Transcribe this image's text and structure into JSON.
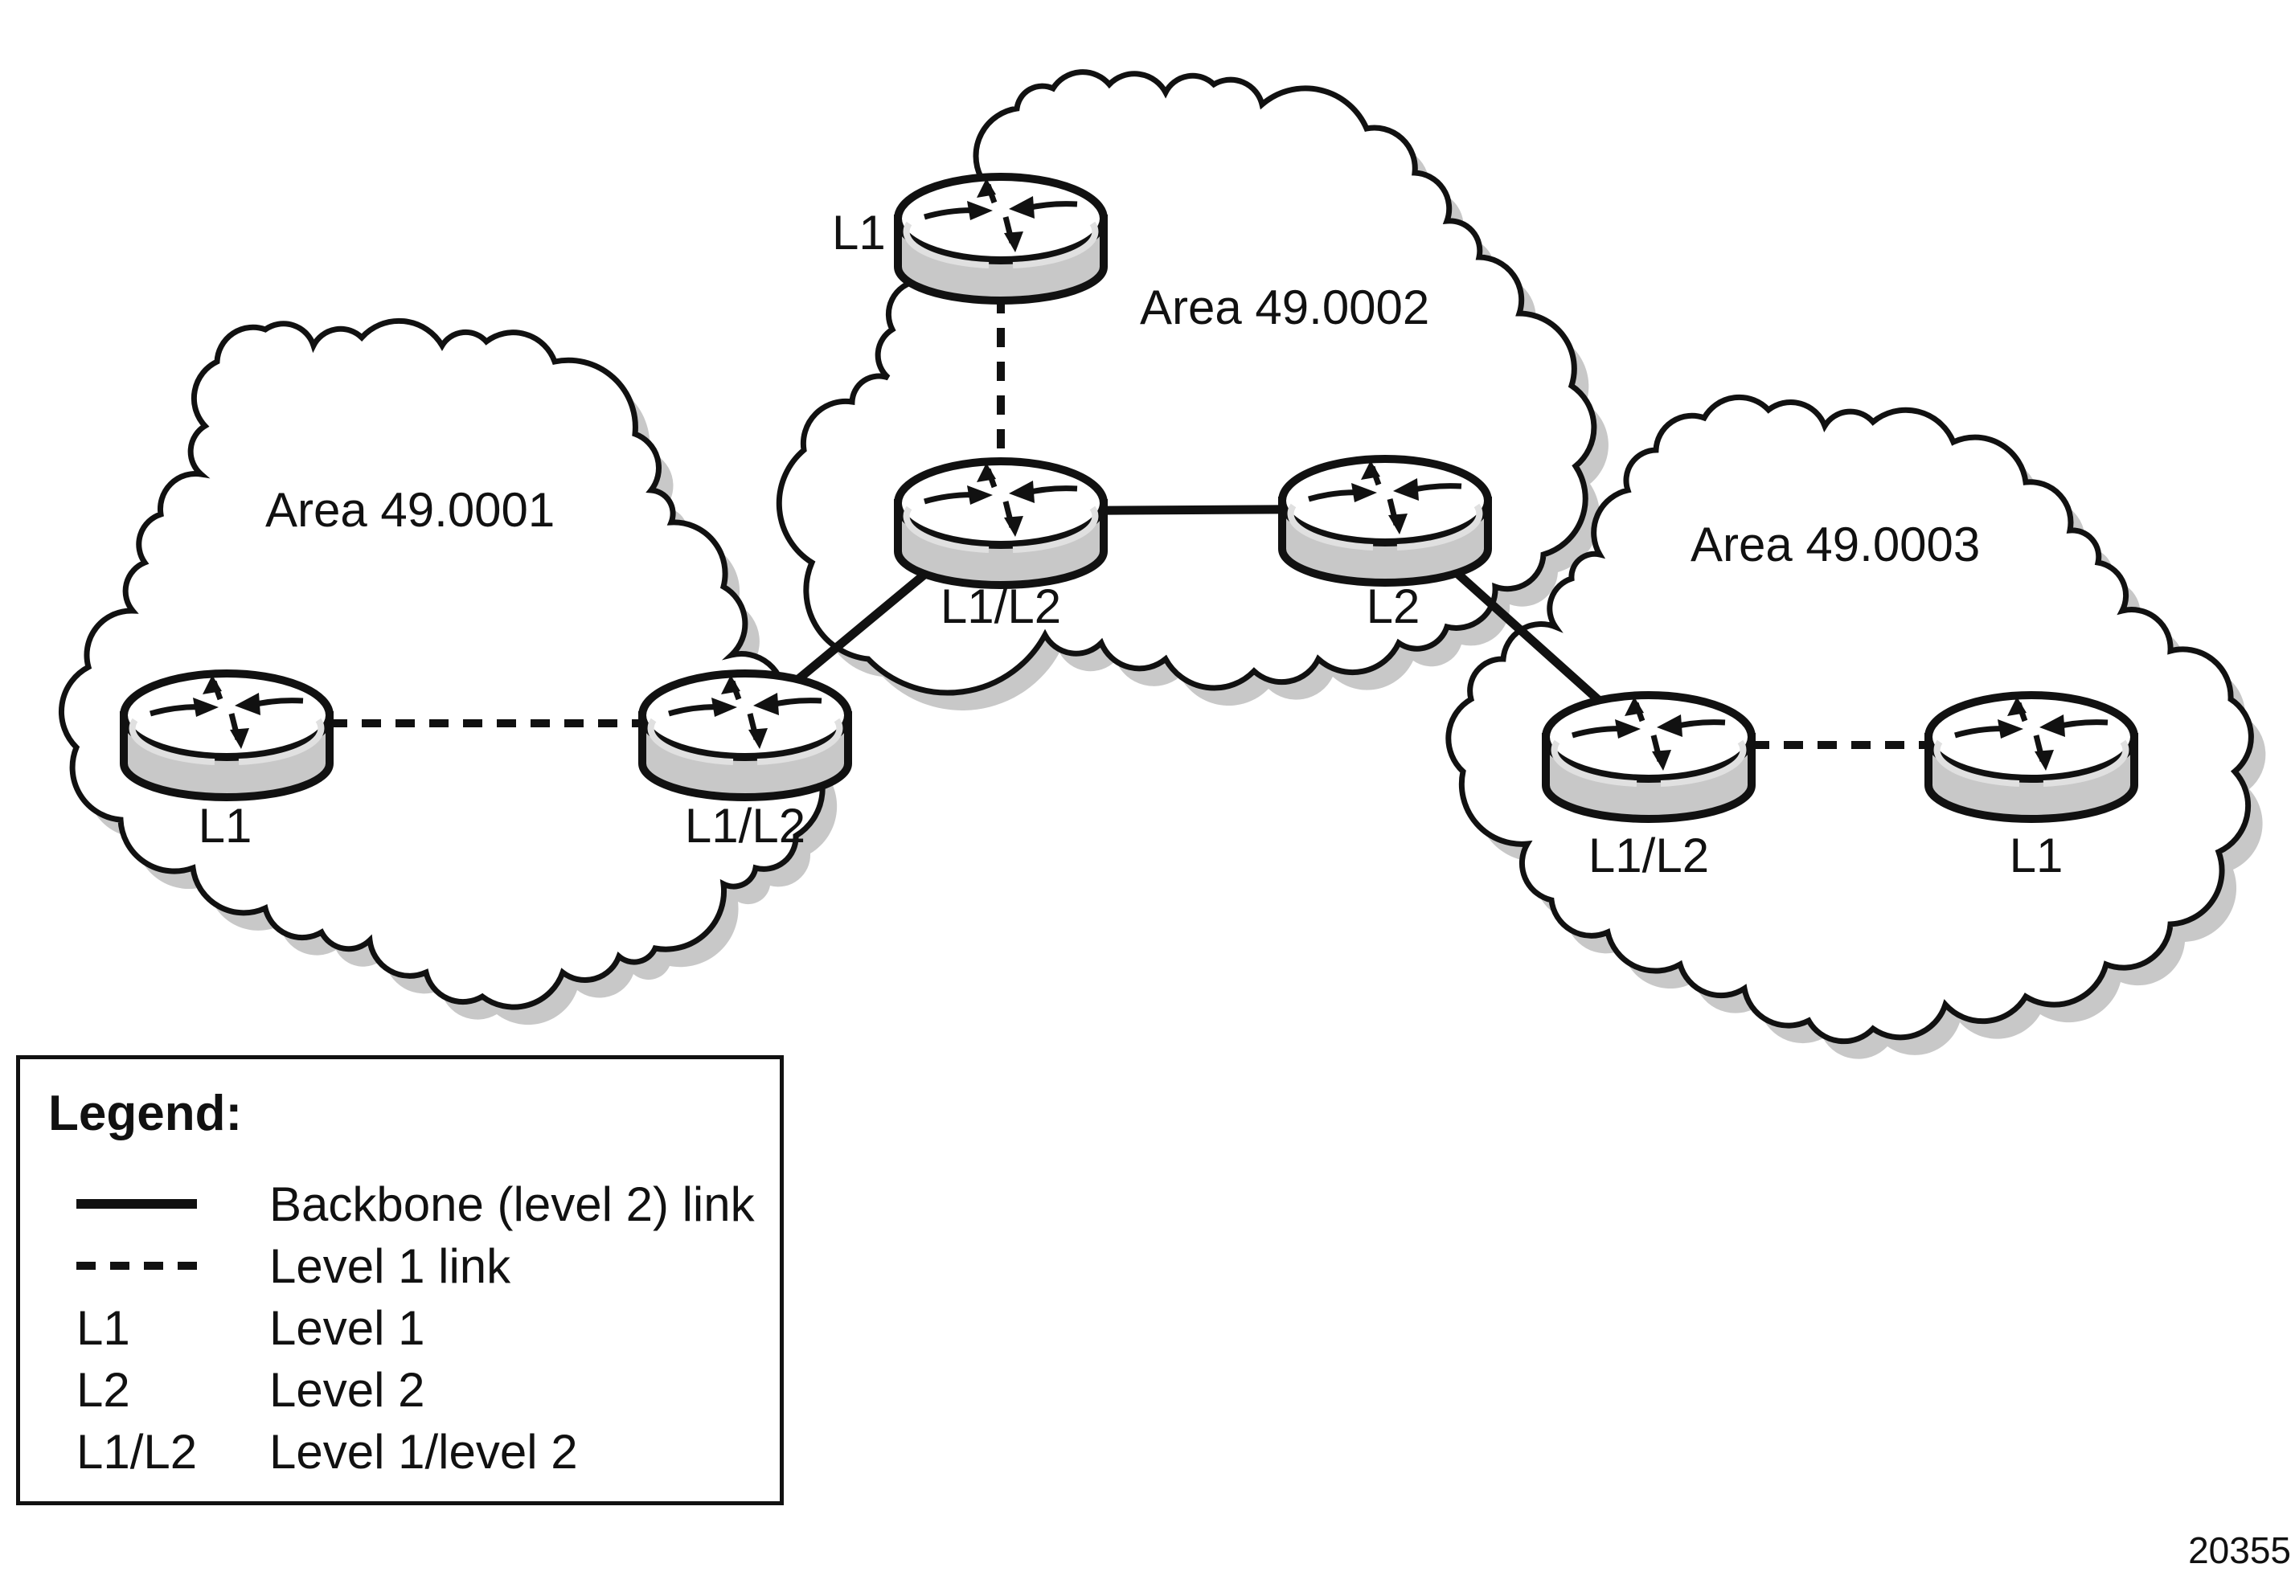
{
  "diagram": {
    "areas": [
      {
        "id": "area1",
        "label": "Area 49.0001"
      },
      {
        "id": "area2",
        "label": "Area 49.0002"
      },
      {
        "id": "area3",
        "label": "Area 49.0003"
      }
    ],
    "routers": [
      {
        "id": "r-a2-l1",
        "area": "area2",
        "label": "L1"
      },
      {
        "id": "r-a2-l1l2",
        "area": "area2",
        "label": "L1/L2"
      },
      {
        "id": "r-a2-l2",
        "area": "area2",
        "label": "L2"
      },
      {
        "id": "r-a1-l1",
        "area": "area1",
        "label": "L1"
      },
      {
        "id": "r-a1-l1l2",
        "area": "area1",
        "label": "L1/L2"
      },
      {
        "id": "r-a3-l1l2",
        "area": "area3",
        "label": "L1/L2"
      },
      {
        "id": "r-a3-l1",
        "area": "area3",
        "label": "L1"
      }
    ],
    "links": [
      {
        "from": "r-a2-l1",
        "to": "r-a2-l1l2",
        "type": "level1"
      },
      {
        "from": "r-a2-l1l2",
        "to": "r-a2-l2",
        "type": "backbone"
      },
      {
        "from": "r-a1-l1",
        "to": "r-a1-l1l2",
        "type": "level1"
      },
      {
        "from": "r-a1-l1l2",
        "to": "r-a2-l1l2",
        "type": "backbone"
      },
      {
        "from": "r-a2-l2",
        "to": "r-a3-l1l2",
        "type": "backbone"
      },
      {
        "from": "r-a3-l1l2",
        "to": "r-a3-l1",
        "type": "level1"
      }
    ]
  },
  "legend": {
    "title": "Legend:",
    "items": [
      {
        "key": "",
        "swatch": "solid",
        "desc": "Backbone (level 2) link"
      },
      {
        "key": "",
        "swatch": "dashed",
        "desc": "Level 1 link"
      },
      {
        "key": "L1",
        "swatch": "",
        "desc": "Level 1"
      },
      {
        "key": "L2",
        "swatch": "",
        "desc": "Level 2"
      },
      {
        "key": "L1/L2",
        "swatch": "",
        "desc": "Level 1/level 2"
      }
    ]
  },
  "figure_number": "20355",
  "colors": {
    "line": "#111111",
    "router_side": "#c8c8c8",
    "router_top": "#ffffff",
    "shadow": "#c8c8c8"
  }
}
